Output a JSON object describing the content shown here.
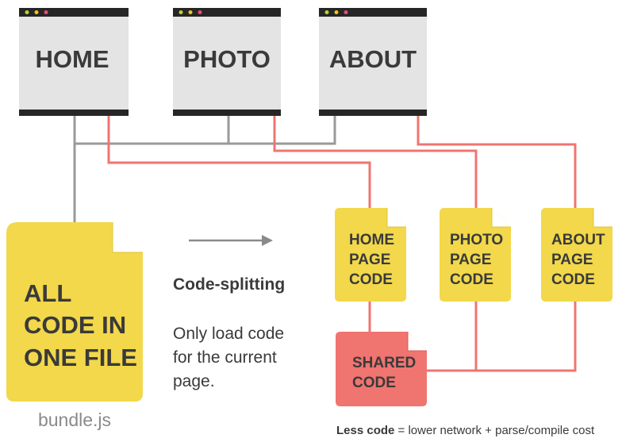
{
  "colors": {
    "window_bar": "#262626",
    "window_body": "#e4e4e4",
    "dot_green": "#b7d433",
    "dot_yellow": "#f0c419",
    "dot_red": "#e84a7a",
    "file_yellow": "#f2d84a",
    "file_red": "#f07470",
    "line_gray": "#9a9a9a",
    "line_red": "#f07470",
    "text_dark": "#3a3a3a",
    "text_gray": "#8a8a8a"
  },
  "pages": [
    {
      "label": "HOME"
    },
    {
      "label": "PHOTO"
    },
    {
      "label": "ABOUT"
    }
  ],
  "bundle": {
    "lines": [
      "ALL",
      "CODE IN",
      "ONE FILE"
    ],
    "caption": "bundle.js"
  },
  "arrow_icon": "right-arrow-icon",
  "explanation": {
    "heading": "Code-splitting",
    "body_lines": [
      "Only load code",
      "for the current",
      "page."
    ]
  },
  "chunks": {
    "home": [
      "HOME",
      "PAGE",
      "CODE"
    ],
    "photo": [
      "PHOTO",
      "PAGE",
      "CODE"
    ],
    "about": [
      "ABOUT",
      "PAGE",
      "CODE"
    ],
    "shared": [
      "SHARED",
      "CODE"
    ]
  },
  "footer": {
    "bold": "Less code",
    "rest": " = lower network + parse/compile cost"
  }
}
